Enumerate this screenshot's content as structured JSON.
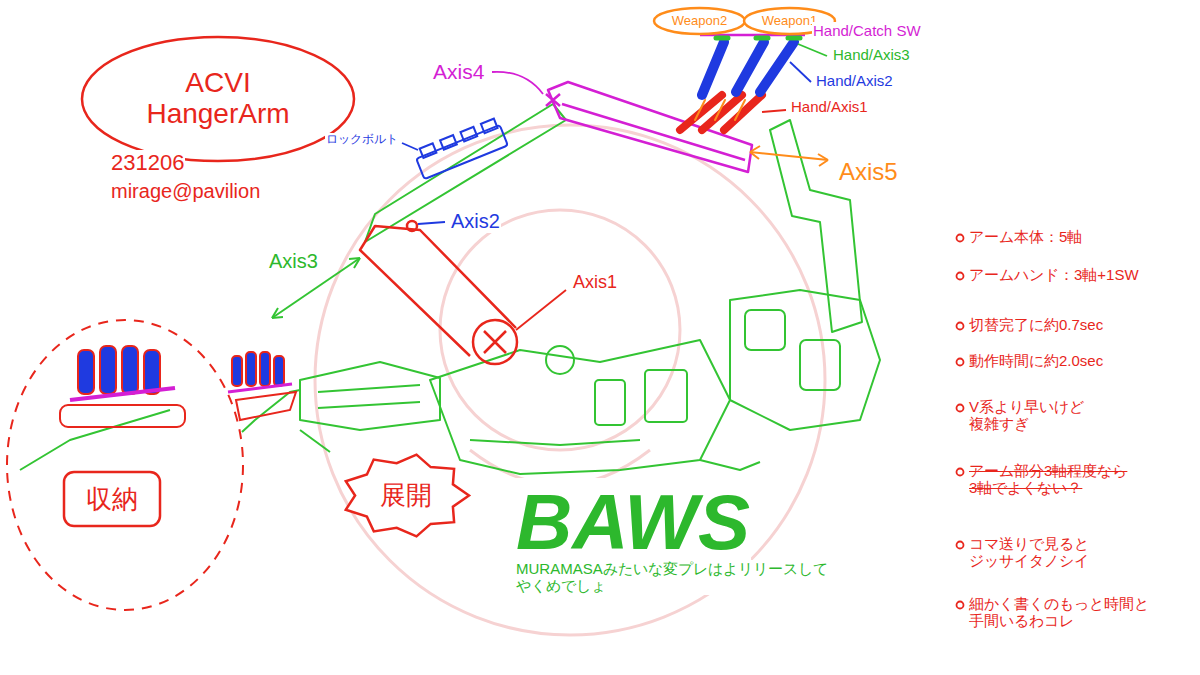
{
  "diagram": {
    "nodes": [
      {
        "text": [
          "ACVI HangerArm"
        ]
      },
      {
        "text": [
          "Weapon2"
        ]
      },
      {
        "text": [
          "Weapon1"
        ]
      },
      {
        "text": [
          "展開"
        ]
      },
      {
        "text": [
          "収納"
        ]
      }
    ],
    "labels": [
      "231206",
      "mirage@pavilion",
      "ロックボルト",
      "Axis4",
      "Hand/Catch SW",
      "Hand/Axis3",
      "Hand/Axis2",
      "Hand/Axis1",
      "Axis5",
      "Axis2",
      "Axis3",
      "Axis1",
      "BAWS",
      "MURAMASAみたいな変プレはよリリースして やくめでしょ",
      "アーム本体：5軸",
      "アームハンド：3軸+1SW",
      "切替完了に約0.7sec",
      "動作時間に約2.0sec",
      "V系より早いけど 複雑すぎ",
      "アーム部分3軸程度なら 3軸でよくない？",
      "コマ送りで見ると ジッサイタノシイ",
      "細かく書くのもっと時間と 手間いるわコレ"
    ]
  }
}
